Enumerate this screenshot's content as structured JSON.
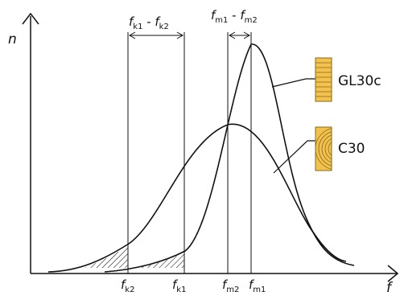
{
  "axes": {
    "y_label": "n",
    "x_label": "f"
  },
  "intervals": {
    "k_left": "f",
    "k_left_sub": "k1",
    "k_dash": " - ",
    "k_right": "f",
    "k_right_sub": "k2",
    "m_left": "f",
    "m_left_sub": "m1",
    "m_dash": " - ",
    "m_right": "f",
    "m_right_sub": "m2"
  },
  "ticks": [
    {
      "f": "f",
      "sub": "k2"
    },
    {
      "f": "f",
      "sub": "k1"
    },
    {
      "f": "f",
      "sub": "m2"
    },
    {
      "f": "f",
      "sub": "m1"
    }
  ],
  "legend": {
    "gl30c": "GL30c",
    "c30": "C30"
  },
  "colors": {
    "line": "#111111",
    "wood_fill": "#f2c14e",
    "wood_stroke": "#8a6a1a"
  },
  "icons": {
    "glulam": "laminated-timber-icon",
    "solid": "solid-timber-icon"
  }
}
